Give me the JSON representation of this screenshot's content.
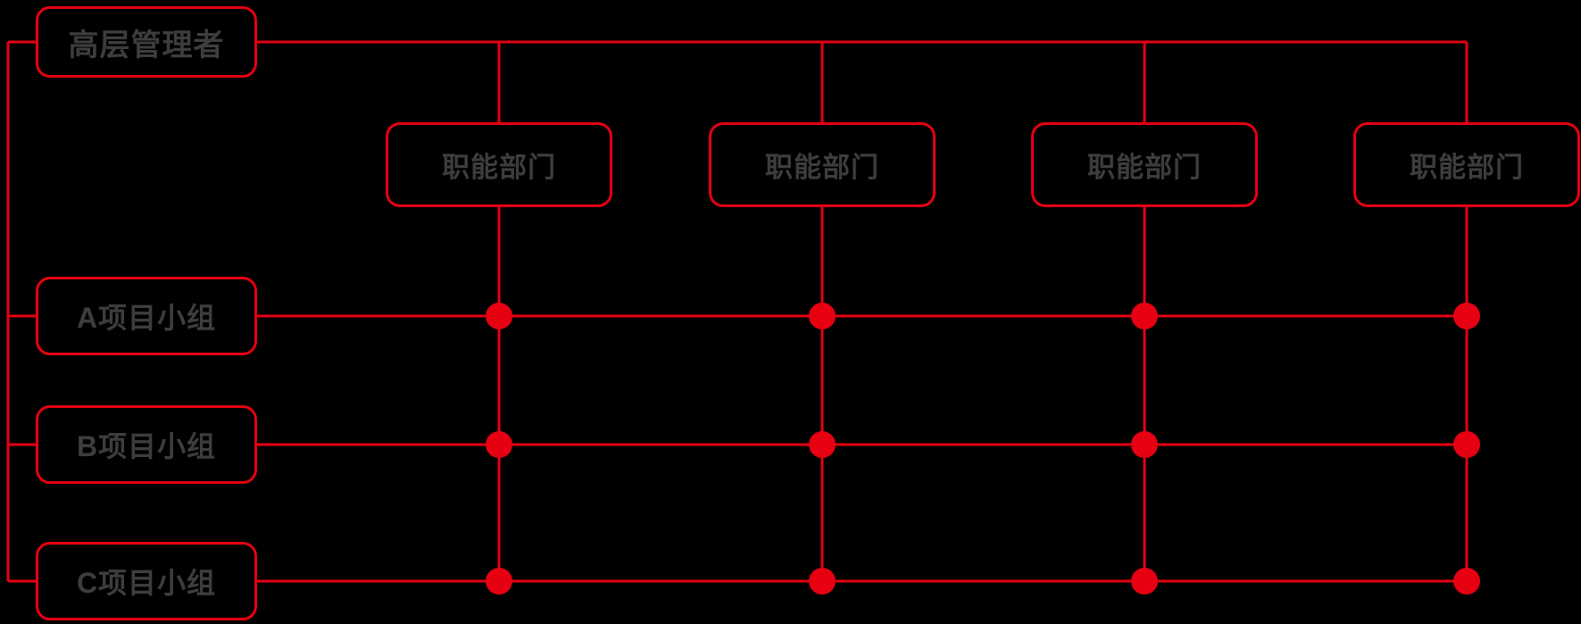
{
  "diagram": {
    "type": "matrix-organization-chart",
    "colors": {
      "line": "#e60012",
      "dot": "#e60012",
      "text": "#3d3d3d",
      "background": "#000000"
    },
    "top_manager": {
      "label": "高层管理者"
    },
    "functional_departments": [
      {
        "label": "职能部门"
      },
      {
        "label": "职能部门"
      },
      {
        "label": "职能部门"
      },
      {
        "label": "职能部门"
      }
    ],
    "project_teams": [
      {
        "label": "A项目小组"
      },
      {
        "label": "B项目小组"
      },
      {
        "label": "C项目小组"
      }
    ],
    "grid": {
      "columns": 4,
      "rows": 3,
      "intersection_dots": 12
    }
  }
}
